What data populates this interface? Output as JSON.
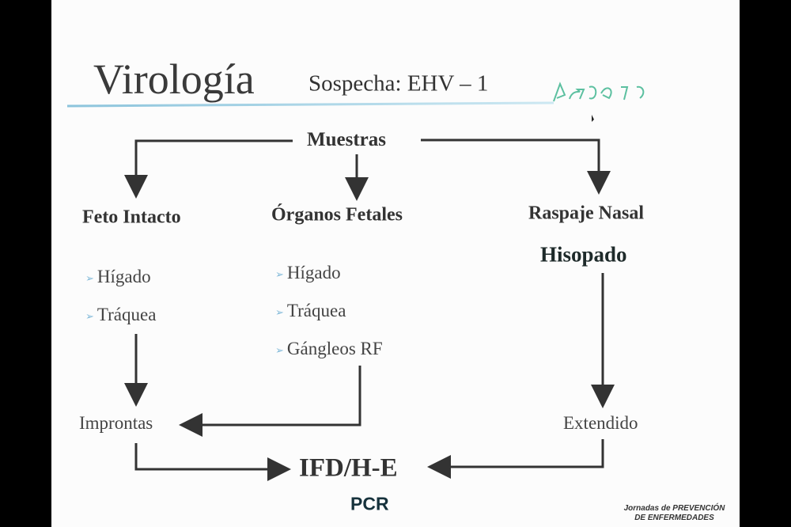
{
  "title": "Virología",
  "subtitle": "Sospecha: EHV – 1",
  "handwriting": "caballos",
  "root": "Muestras",
  "columns": [
    {
      "heading": "Feto Intacto",
      "items": [
        "Hígado",
        "Tráquea"
      ],
      "result": "Improntas"
    },
    {
      "heading": "Órganos Fetales",
      "items": [
        "Hígado",
        "Tráquea",
        "Gángleos RF"
      ]
    },
    {
      "heading": "Raspaje Nasal",
      "subheading": "Hisopado",
      "result": "Extendido"
    }
  ],
  "final": "IFD/H-E",
  "final_extra": "PCR",
  "footer": [
    "Jornadas de PREVENCIÓN",
    "DE ENFERMEDADES"
  ]
}
